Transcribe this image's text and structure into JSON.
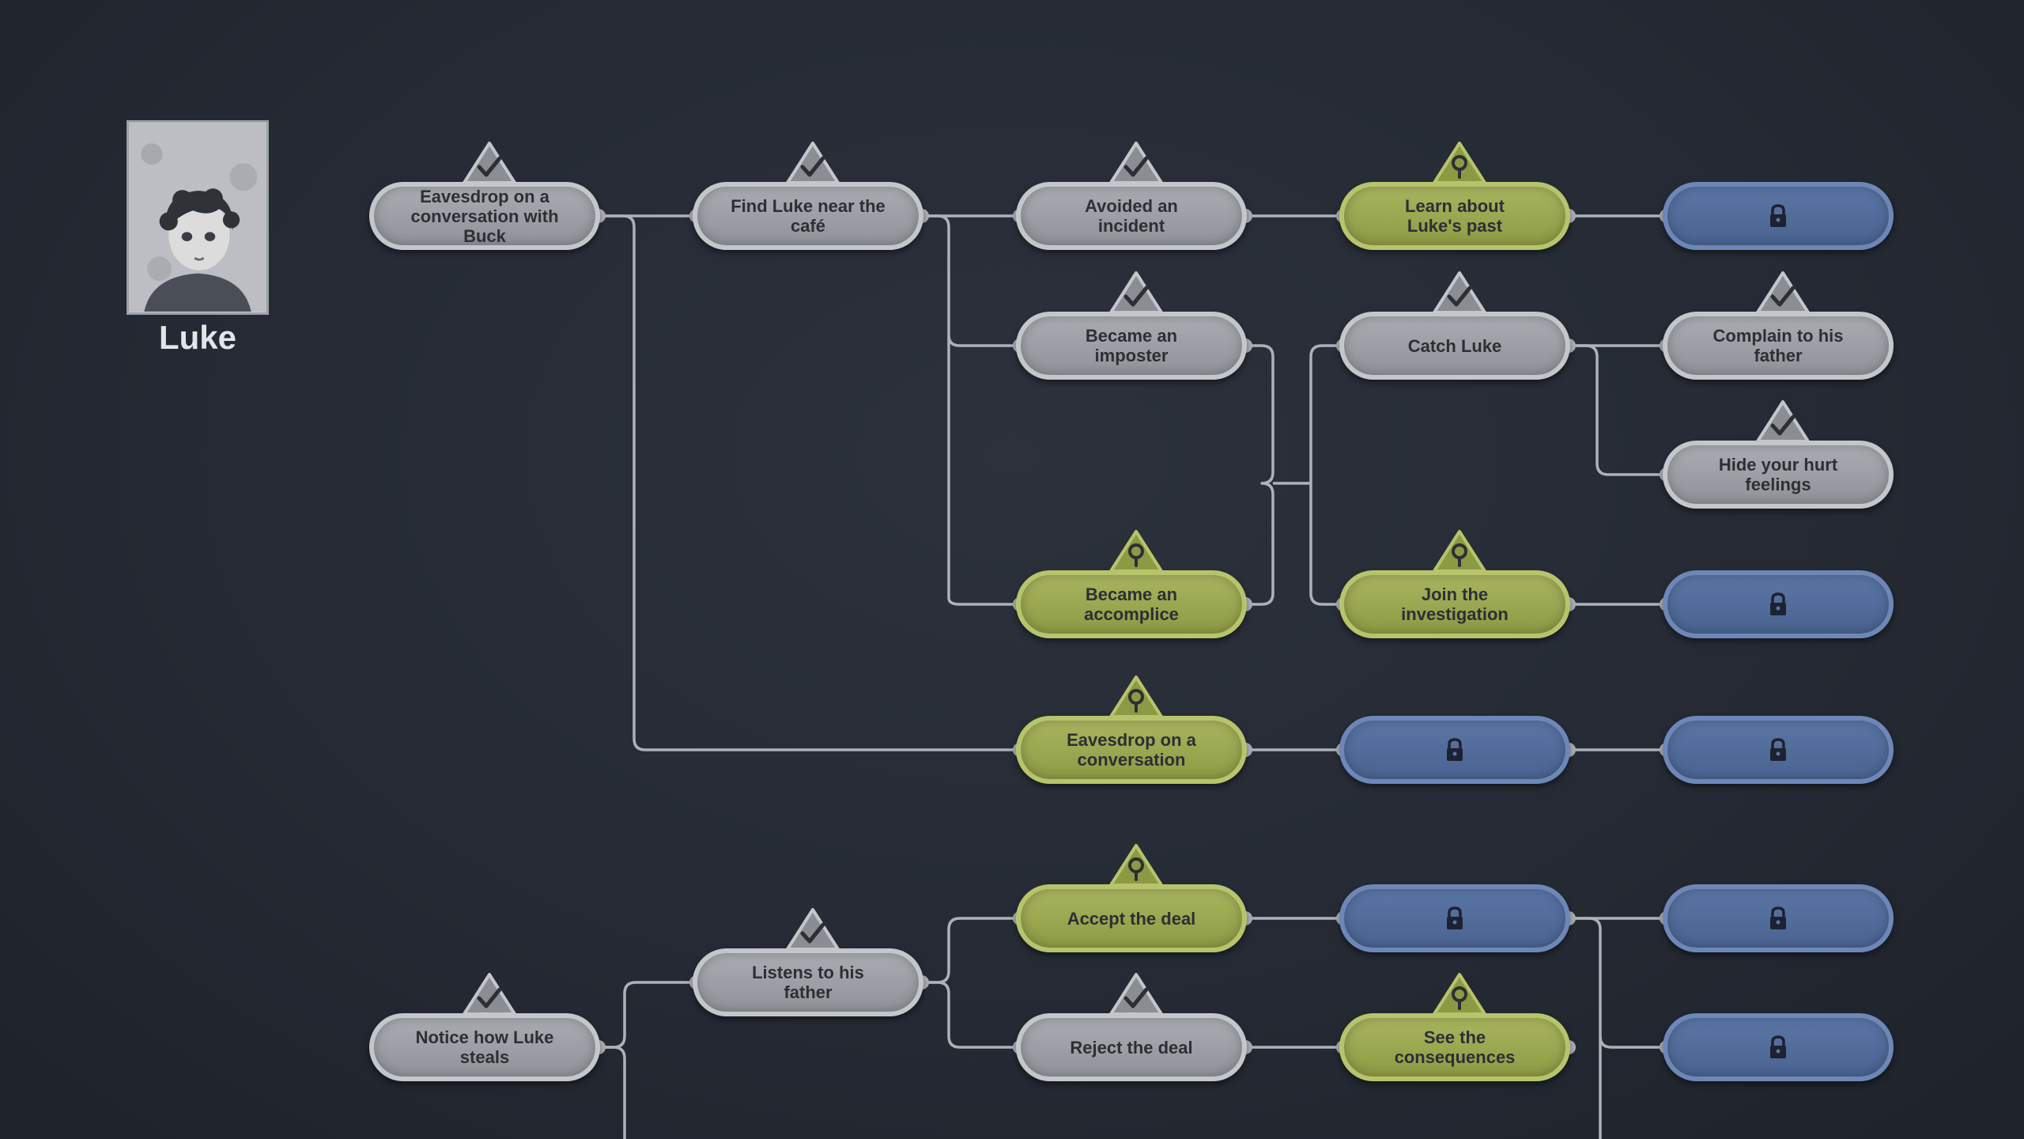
{
  "character": {
    "name": "Luke"
  },
  "colors": {
    "completed": "#9a9ea4",
    "discovered": "#9aa64e",
    "locked": "#5570a0",
    "connector": "#aeb2b8",
    "background": "#272c36"
  },
  "nodes": [
    {
      "label": "Eavesdrop on a conversation with Buck",
      "state": "completed",
      "badge": "check-icon"
    },
    {
      "label": "Find Luke near the café",
      "state": "completed",
      "badge": "check-icon"
    },
    {
      "label": "Avoided an incident",
      "state": "completed",
      "badge": "check-icon"
    },
    {
      "label": "Learn about Luke's past",
      "state": "discovered",
      "badge": "magnifier-icon"
    },
    {
      "label": "",
      "state": "locked",
      "badge": "lock-icon"
    },
    {
      "label": "Became an imposter",
      "state": "completed",
      "badge": "check-icon"
    },
    {
      "label": "Catch Luke",
      "state": "completed",
      "badge": "check-icon"
    },
    {
      "label": "Complain to his father",
      "state": "completed",
      "badge": "check-icon"
    },
    {
      "label": "Hide your hurt feelings",
      "state": "completed",
      "badge": "check-icon"
    },
    {
      "label": "Became an accomplice",
      "state": "discovered",
      "badge": "magnifier-icon"
    },
    {
      "label": "Join the investigation",
      "state": "discovered",
      "badge": "magnifier-icon"
    },
    {
      "label": "",
      "state": "locked",
      "badge": "lock-icon"
    },
    {
      "label": "Eavesdrop on a conversation",
      "state": "discovered",
      "badge": "magnifier-icon"
    },
    {
      "label": "",
      "state": "locked",
      "badge": "lock-icon"
    },
    {
      "label": "",
      "state": "locked",
      "badge": "lock-icon"
    },
    {
      "label": "Accept the deal",
      "state": "discovered",
      "badge": "magnifier-icon"
    },
    {
      "label": "",
      "state": "locked",
      "badge": "lock-icon"
    },
    {
      "label": "",
      "state": "locked",
      "badge": "lock-icon"
    },
    {
      "label": "Listens to his father",
      "state": "completed",
      "badge": "check-icon"
    },
    {
      "label": "Notice how Luke steals",
      "state": "completed",
      "badge": "check-icon"
    },
    {
      "label": "Reject the deal",
      "state": "completed",
      "badge": "check-icon"
    },
    {
      "label": "See the consequences",
      "state": "discovered",
      "badge": "magnifier-icon"
    },
    {
      "label": "",
      "state": "locked",
      "badge": "lock-icon"
    }
  ]
}
